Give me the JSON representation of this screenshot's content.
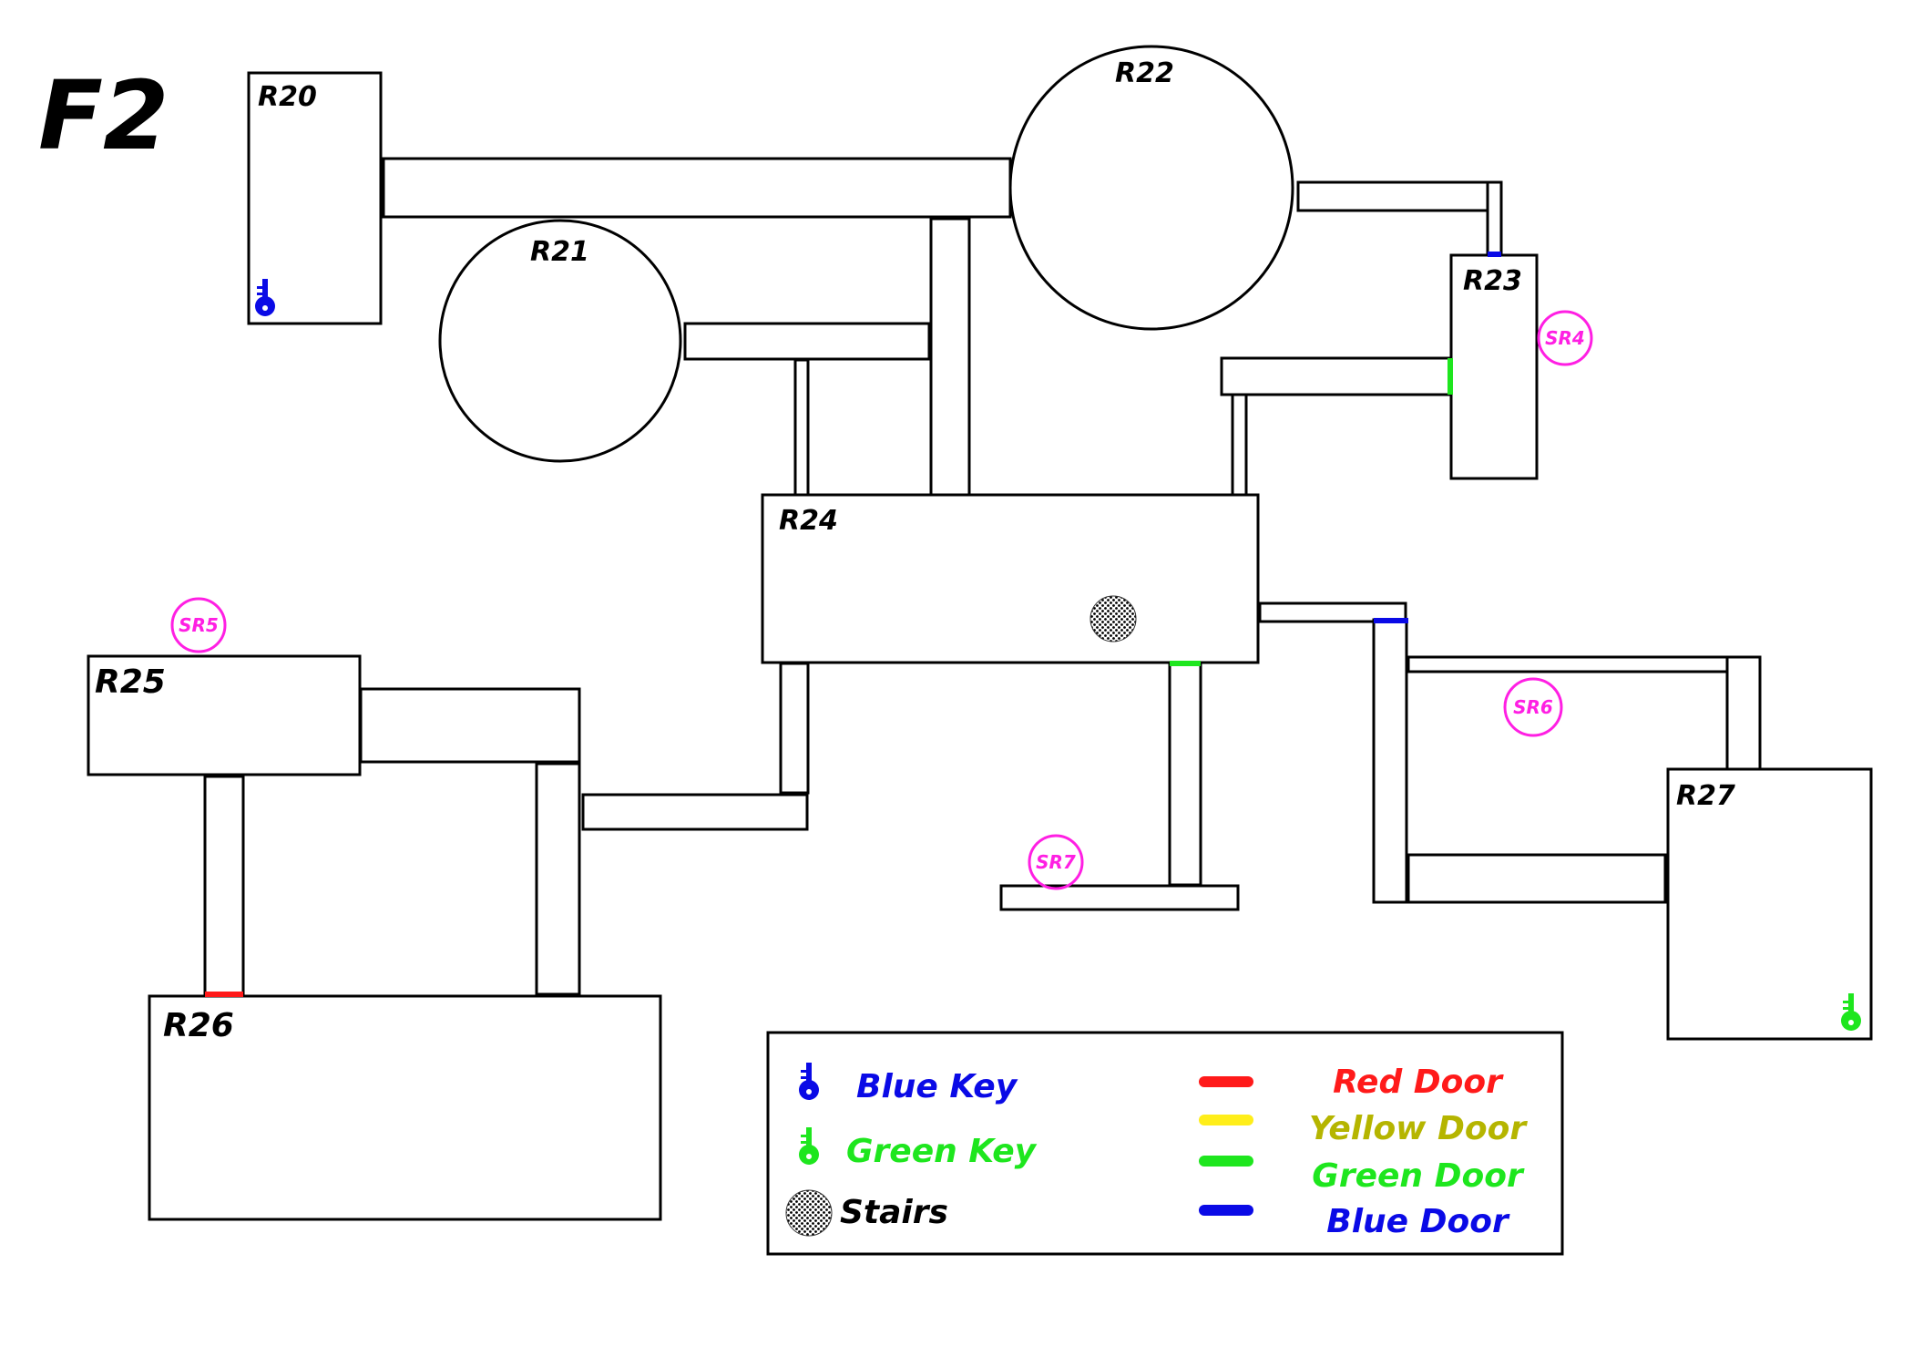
{
  "floor_label": "F2",
  "rooms": {
    "r20": "R20",
    "r21": "R21",
    "r22": "R22",
    "r23": "R23",
    "r24": "R24",
    "r25": "R25",
    "r26": "R26",
    "r27": "R27"
  },
  "safe_rooms": {
    "sr4": "SR4",
    "sr5": "SR5",
    "sr6": "SR6",
    "sr7": "SR7"
  },
  "legend": {
    "blue_key": "Blue Key",
    "green_key": "Green Key",
    "stairs": "Stairs",
    "red_door": "Red Door",
    "yellow_door": "Yellow Door",
    "green_door": "Green Door",
    "blue_door": "Blue Door"
  },
  "colors": {
    "blue": "#0a0ae6",
    "green": "#1ee61e",
    "red": "#ff1a1a",
    "yellow": "#ffee1a",
    "yellow_text": "#b5b500",
    "safe_room": "#ff1fe3"
  },
  "icons": {
    "key": "key-icon",
    "stairs": "stairs-icon"
  }
}
